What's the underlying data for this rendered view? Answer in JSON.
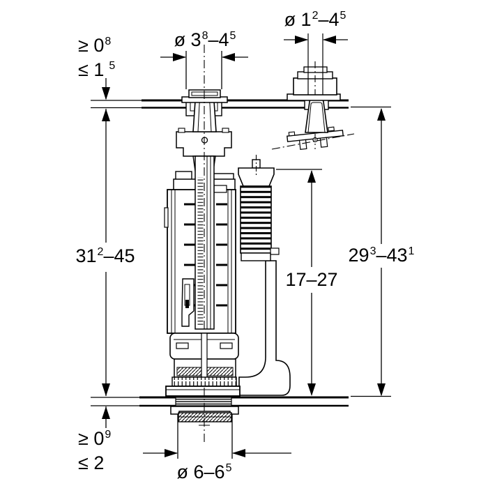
{
  "drawing": {
    "type": "technical-dimension-drawing",
    "line_color": "#000000",
    "background": "#ffffff"
  },
  "labels": {
    "lid_thickness_min": {
      "text": "≥ 0",
      "sup": "8"
    },
    "lid_thickness_max": {
      "text": "≤ 1",
      "sup": "5"
    },
    "flush_button_hole_diameter": {
      "p1": "ø 3",
      "s1": "8",
      "p2": "–4",
      "s2": "5"
    },
    "fill_button_hole_diameter": {
      "p1": "ø 1",
      "s1": "2",
      "p2": "–4",
      "s2": "5"
    },
    "tank_inner_height": {
      "p1": "31",
      "s1": "2",
      "p2": "–45",
      "s2": ""
    },
    "fill_valve_height": {
      "p1": "17–27",
      "s1": "",
      "p2": "",
      "s2": ""
    },
    "overall_height": {
      "p1": "29",
      "s1": "3",
      "p2": "–43",
      "s2": "1"
    },
    "base_thickness_min": {
      "text": "≥ 0",
      "sup": "9"
    },
    "base_thickness_max": {
      "text": "≤ 2",
      "sup": ""
    },
    "outlet_diameter": {
      "p1": "ø 6–6",
      "s1": "5",
      "p2": "",
      "s2": ""
    }
  }
}
